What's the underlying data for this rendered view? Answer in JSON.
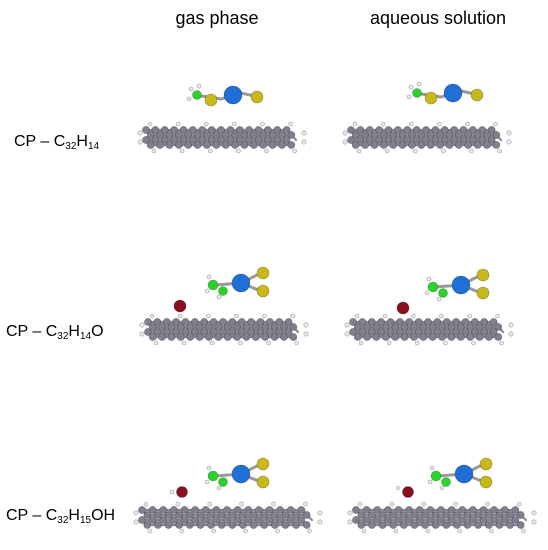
{
  "headers": {
    "gas": "gas phase",
    "aqueous": "aqueous solution"
  },
  "rows": [
    {
      "prefix": "CP – C",
      "sub1": "32",
      "mid": "H",
      "sub2": "14",
      "suffix": ""
    },
    {
      "prefix": "CP – C",
      "sub1": "32",
      "mid": "H",
      "sub2": "14",
      "suffix": "O"
    },
    {
      "prefix": "CP – C",
      "sub1": "32",
      "mid": "H",
      "sub2": "15",
      "suffix": "OH"
    }
  ],
  "colors": {
    "carbon": "#7f7f8e",
    "hydrogen": "#e8e8ee",
    "oxygen": "#8a0f1f",
    "sulfur": "#c8b81a",
    "nitrogen": "#1f6fd6",
    "methyl_carbon": "#2ad32a"
  }
}
